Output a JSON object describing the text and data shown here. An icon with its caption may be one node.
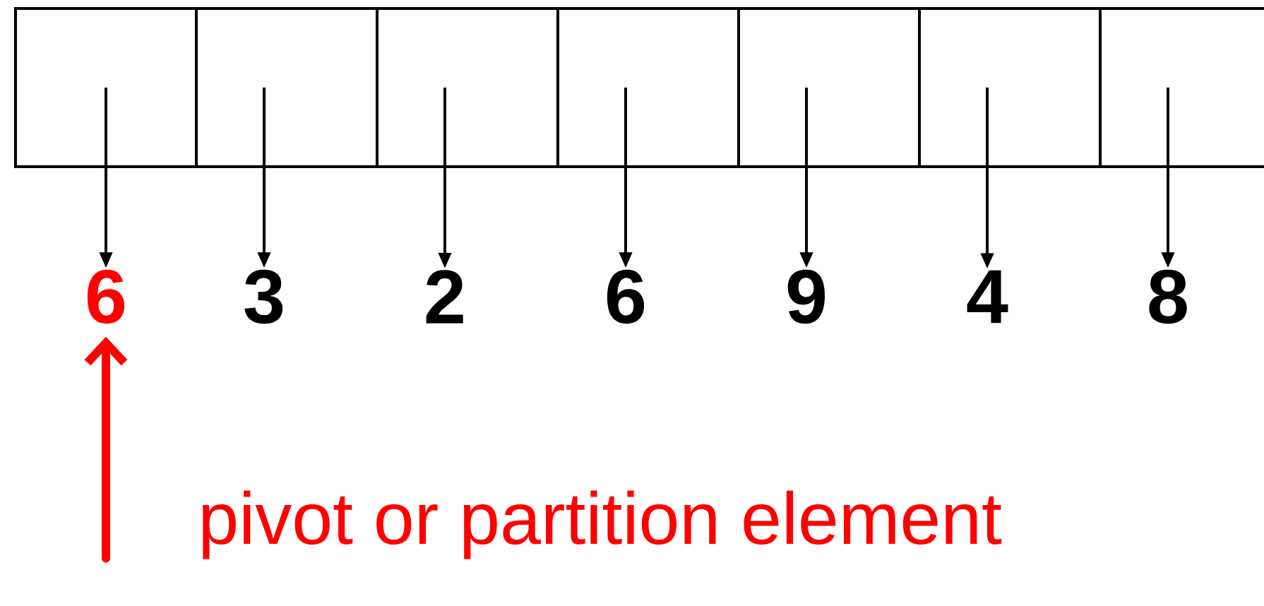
{
  "diagram": {
    "nodes": [
      {
        "text": [],
        "shape": "box"
      },
      {
        "text": [],
        "shape": "box"
      },
      {
        "text": [],
        "shape": "box"
      },
      {
        "text": [],
        "shape": "box"
      },
      {
        "text": [],
        "shape": "box"
      },
      {
        "text": [],
        "shape": "box"
      },
      {
        "text": [],
        "shape": "box"
      },
      {
        "text": [
          "6"
        ]
      },
      {
        "text": [
          "3"
        ]
      },
      {
        "text": [
          "2"
        ]
      },
      {
        "text": [
          "6"
        ]
      },
      {
        "text": [
          "9"
        ]
      },
      {
        "text": [
          "4"
        ]
      },
      {
        "text": [
          "8"
        ]
      }
    ],
    "edges": [
      {
        "from": 0,
        "to": 7,
        "arrow": "to"
      },
      {
        "from": 1,
        "to": 8,
        "arrow": "to"
      },
      {
        "from": 2,
        "to": 9,
        "arrow": "to"
      },
      {
        "from": 3,
        "to": 10,
        "arrow": "to"
      },
      {
        "from": 4,
        "to": 11,
        "arrow": "to"
      },
      {
        "from": 5,
        "to": 12,
        "arrow": "to"
      },
      {
        "from": 6,
        "to": 13,
        "arrow": "to"
      },
      {
        "from": null,
        "to": 7,
        "arrow": "to",
        "style": "thick",
        "color": "#ff0000"
      }
    ],
    "labels": [
      "pivot or partition element"
    ]
  }
}
